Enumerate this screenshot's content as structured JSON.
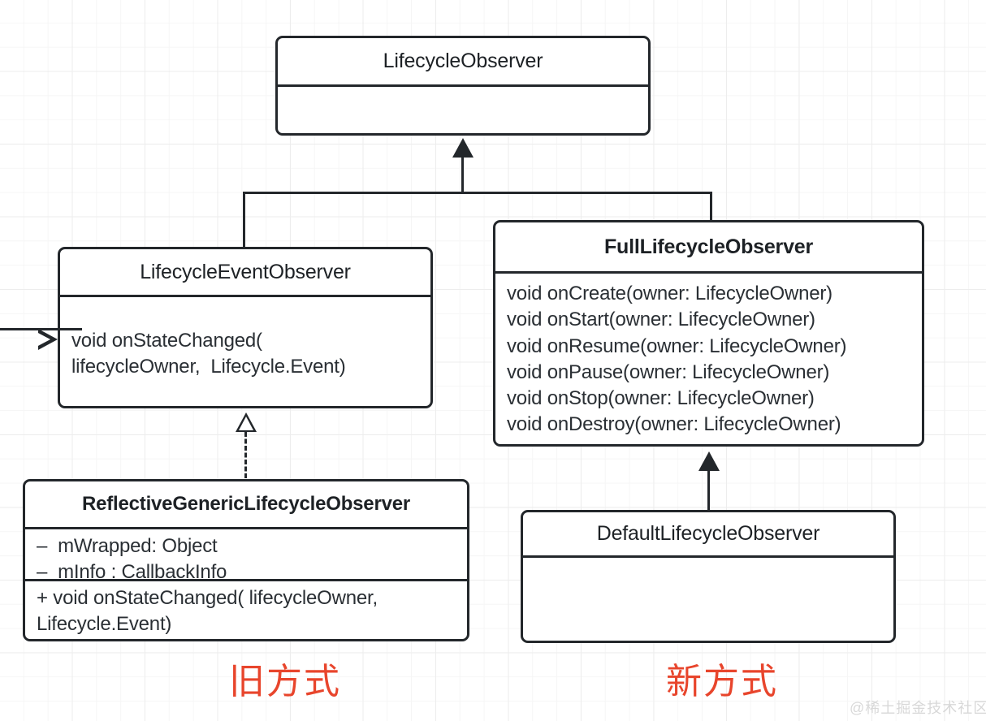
{
  "diagram": {
    "type": "uml-class-diagram",
    "classes": [
      {
        "id": "lifecycle-observer",
        "name": "LifecycleObserver",
        "members": "",
        "methods": ""
      },
      {
        "id": "lifecycle-event-observer",
        "name": "LifecycleEventObserver",
        "methods": "void onStateChanged(\nlifecycleOwner,  Lifecycle.Event)"
      },
      {
        "id": "full-lifecycle-observer",
        "name": "FullLifecycleObserver",
        "methods": "void onCreate(owner: LifecycleOwner)\nvoid onStart(owner: LifecycleOwner)\nvoid onResume(owner: LifecycleOwner)\nvoid onPause(owner: LifecycleOwner)\nvoid onStop(owner: LifecycleOwner)\nvoid onDestroy(owner: LifecycleOwner)"
      },
      {
        "id": "reflective-generic-lifecycle-observer",
        "name": "ReflectiveGenericLifecycleObserver",
        "attributes": "–  mWrapped: Object\n–  mInfo : CallbackInfo",
        "methods": "+ void onStateChanged( lifecycleOwner,\nLifecycle.Event)"
      },
      {
        "id": "default-lifecycle-observer",
        "name": "DefaultLifecycleObserver",
        "methods": ""
      }
    ],
    "annotations": {
      "old_way": "旧方式",
      "new_way": "新方式",
      "accent_color": "#e8452c"
    },
    "watermark": "@稀土掘金技术社区",
    "relationships": [
      {
        "name": "generalization-event-observer-to-observer",
        "from": "LifecycleEventObserver",
        "to": "LifecycleObserver",
        "style": "solid",
        "arrow": "filled-triangle"
      },
      {
        "name": "generalization-full-observer-to-observer",
        "from": "FullLifecycleObserver",
        "to": "LifecycleObserver",
        "style": "solid",
        "arrow": "filled-triangle"
      },
      {
        "name": "realization-reflective-to-event-observer",
        "from": "ReflectiveGenericLifecycleObserver",
        "to": "LifecycleEventObserver",
        "style": "dashed",
        "arrow": "hollow-triangle"
      },
      {
        "name": "generalization-default-to-full-observer",
        "from": "DefaultLifecycleObserver",
        "to": "FullLifecycleObserver",
        "style": "solid",
        "arrow": "filled-triangle"
      },
      {
        "name": "incoming-realization-to-event-observer",
        "from": "",
        "to": "LifecycleEventObserver",
        "style": "solid",
        "arrow": "hollow-triangle"
      }
    ]
  }
}
